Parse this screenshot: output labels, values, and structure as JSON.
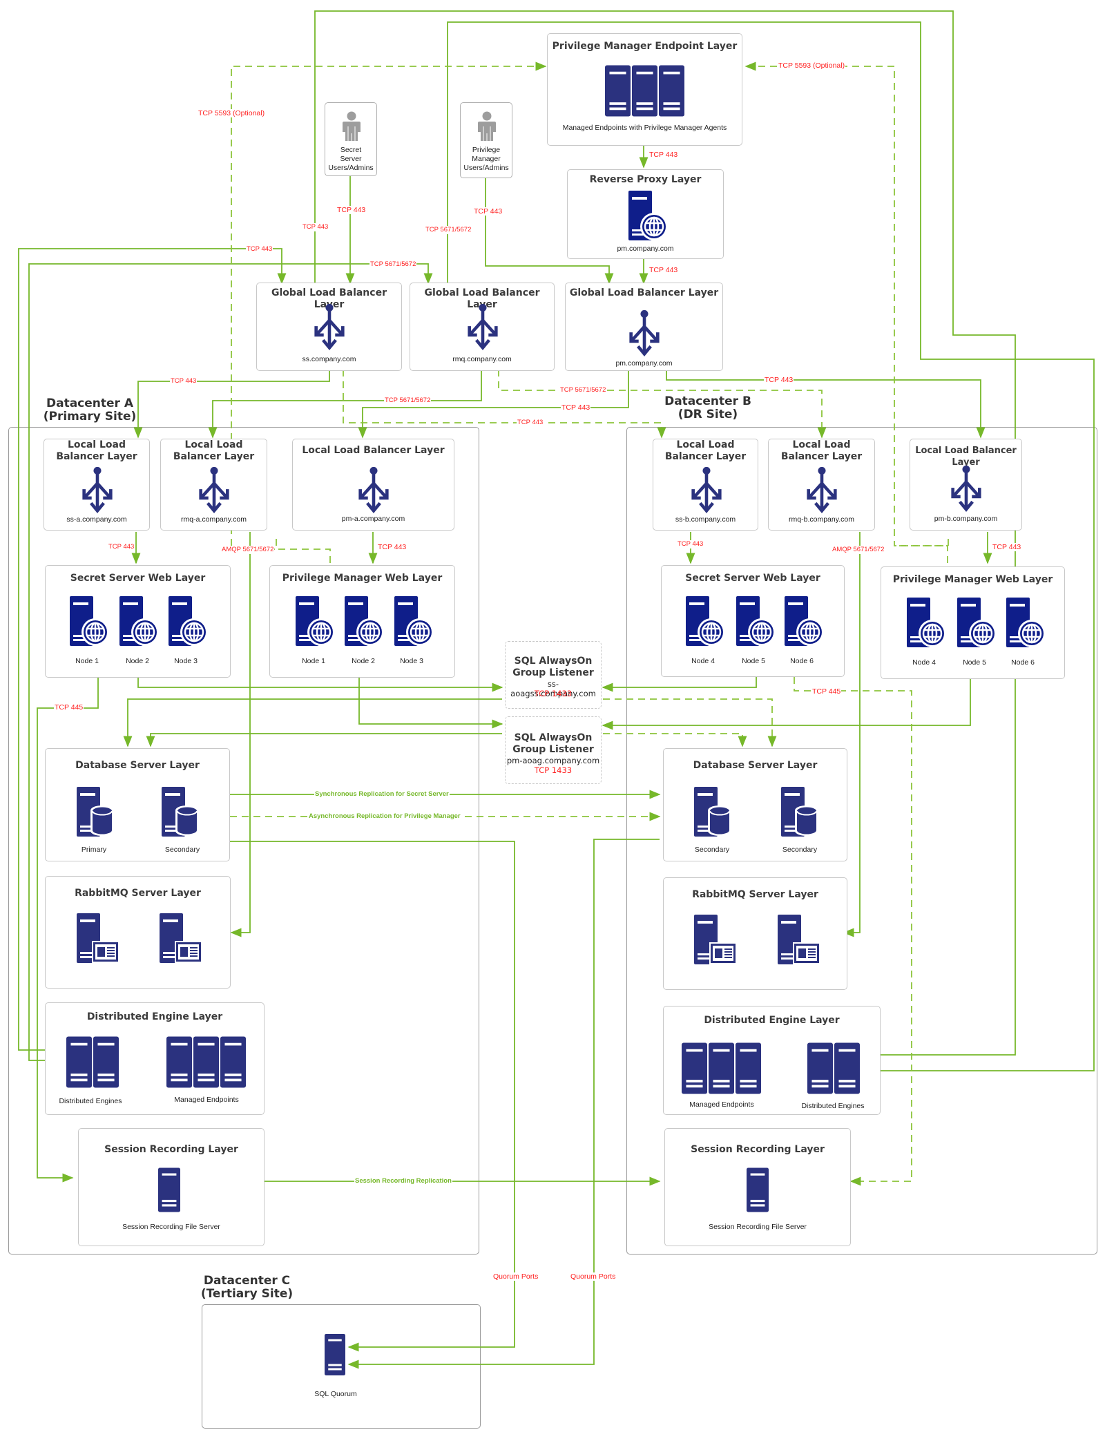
{
  "colors": {
    "connector": "#76b82a",
    "port_label": "#ff2020",
    "icon": "#2b327f",
    "icon_web": "#0f1e8a",
    "user_icon": "#9d9d9d"
  },
  "datacenters": {
    "a": {
      "title_line1": "Datacenter A",
      "title_line2": "(Primary Site)"
    },
    "b": {
      "title_line1": "Datacenter B",
      "title_line2": "(DR Site)"
    },
    "c": {
      "title_line1": "Datacenter C",
      "title_line2": "(Tertiary Site)"
    }
  },
  "top": {
    "endpoint_layer": {
      "title": "Privilege Manager Endpoint Layer",
      "caption": "Managed Endpoints with Privilege Manager Agents"
    },
    "reverse_proxy": {
      "title": "Reverse Proxy Layer",
      "caption": "pm.company.com"
    },
    "ss_users": {
      "line1": "Secret",
      "line2": "Server",
      "line3": "Users/Admins"
    },
    "pm_users": {
      "line1": "Privilege",
      "line2": "Manager",
      "line3": "Users/Admins"
    },
    "glb_ss": {
      "title": "Global Load Balancer Layer",
      "caption": "ss.company.com"
    },
    "glb_rmq": {
      "title": "Global Load Balancer Layer",
      "caption": "rmq.company.com"
    },
    "glb_pm": {
      "title": "Global Load Balancer Layer",
      "caption": "pm.company.com"
    }
  },
  "dc_a": {
    "llb_ss": {
      "title1": "Local Load",
      "title2": "Balancer Layer",
      "caption": "ss-a.company.com"
    },
    "llb_rmq": {
      "title1": "Local Load",
      "title2": "Balancer Layer",
      "caption": "rmq-a.company.com"
    },
    "llb_pm": {
      "title": "Local Load Balancer Layer",
      "caption": "pm-a.company.com"
    },
    "ss_web": {
      "title": "Secret Server Web Layer",
      "nodes": [
        "Node 1",
        "Node 2",
        "Node 3"
      ]
    },
    "pm_web": {
      "title": "Privilege Manager Web Layer",
      "nodes": [
        "Node 1",
        "Node 2",
        "Node 3"
      ]
    },
    "db": {
      "title": "Database Server Layer",
      "servers": [
        "Primary",
        "Secondary"
      ]
    },
    "rmq": {
      "title": "RabbitMQ Server Layer"
    },
    "de": {
      "title": "Distributed Engine Layer",
      "left_caption": "Distributed Engines",
      "right_caption": "Managed Endpoints"
    },
    "sr": {
      "title": "Session Recording Layer",
      "caption": "Session Recording File Server"
    }
  },
  "dc_b": {
    "llb_ss": {
      "title1": "Local Load",
      "title2": "Balancer Layer",
      "caption": "ss-b.company.com"
    },
    "llb_rmq": {
      "title1": "Local Load",
      "title2": "Balancer Layer",
      "caption": "rmq-b.company.com"
    },
    "llb_pm": {
      "title": "Local Load Balancer Layer",
      "caption": "pm-b.company.com"
    },
    "ss_web": {
      "title": "Secret Server Web Layer",
      "nodes": [
        "Node 4",
        "Node 5",
        "Node 6"
      ]
    },
    "pm_web": {
      "title": "Privilege Manager Web Layer",
      "nodes": [
        "Node 4",
        "Node 5",
        "Node 6"
      ]
    },
    "db": {
      "title": "Database Server Layer",
      "servers": [
        "Secondary",
        "Secondary"
      ]
    },
    "rmq": {
      "title": "RabbitMQ Server Layer"
    },
    "de": {
      "title": "Distributed Engine Layer",
      "left_caption": "Managed Endpoints",
      "right_caption": "Distributed Engines"
    },
    "sr": {
      "title": "Session Recording Layer",
      "caption": "Session Recording File Server"
    }
  },
  "listeners": {
    "ss": {
      "title1": "SQL AlwaysOn",
      "title2": "Group Listener",
      "host": "ss-aoagss.company.com",
      "port": "TCP 1433"
    },
    "pm": {
      "title1": "SQL AlwaysOn",
      "title2": "Group Listener",
      "host": "pm-aoag.company.com",
      "port": "TCP 1433"
    }
  },
  "dc_c": {
    "quorum": {
      "caption": "SQL Quorum"
    }
  },
  "labels": {
    "tcp443": "TCP 443",
    "tcp445": "TCP 445",
    "tcp5593": "TCP 5593 (Optional)",
    "tcp5671": "TCP 5671/5672",
    "amqp": "AMQP 5671/5672",
    "quorum": "Quorum Ports",
    "sync_repl": "Synchronous Replication for Secret Server",
    "async_repl": "Asynchronous Replication for Privilege Manager",
    "sr_repl": "Session Recording Replication"
  }
}
